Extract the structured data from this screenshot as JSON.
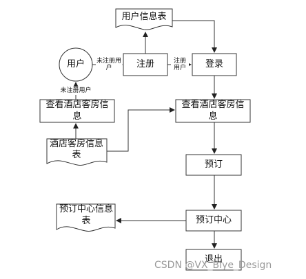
{
  "nodes": {
    "user_info_table": "用户信息表",
    "user": "用户",
    "register": "注册",
    "login": "登录",
    "view_rooms_left": "查看酒店客房信息",
    "view_rooms_right": "查看酒店客房信息",
    "hotel_room_info": "酒店客房信息表",
    "book": "预订",
    "booking_center": "预订中心",
    "booking_center_info": "预订中心信息表",
    "logout": "退出"
  },
  "edges": {
    "unregistered_user_1": "未注册用户",
    "unregistered_user_2": "未注册用户",
    "registered_user": "注册用户"
  },
  "watermark": "CSDN @VX_Biye_Design"
}
